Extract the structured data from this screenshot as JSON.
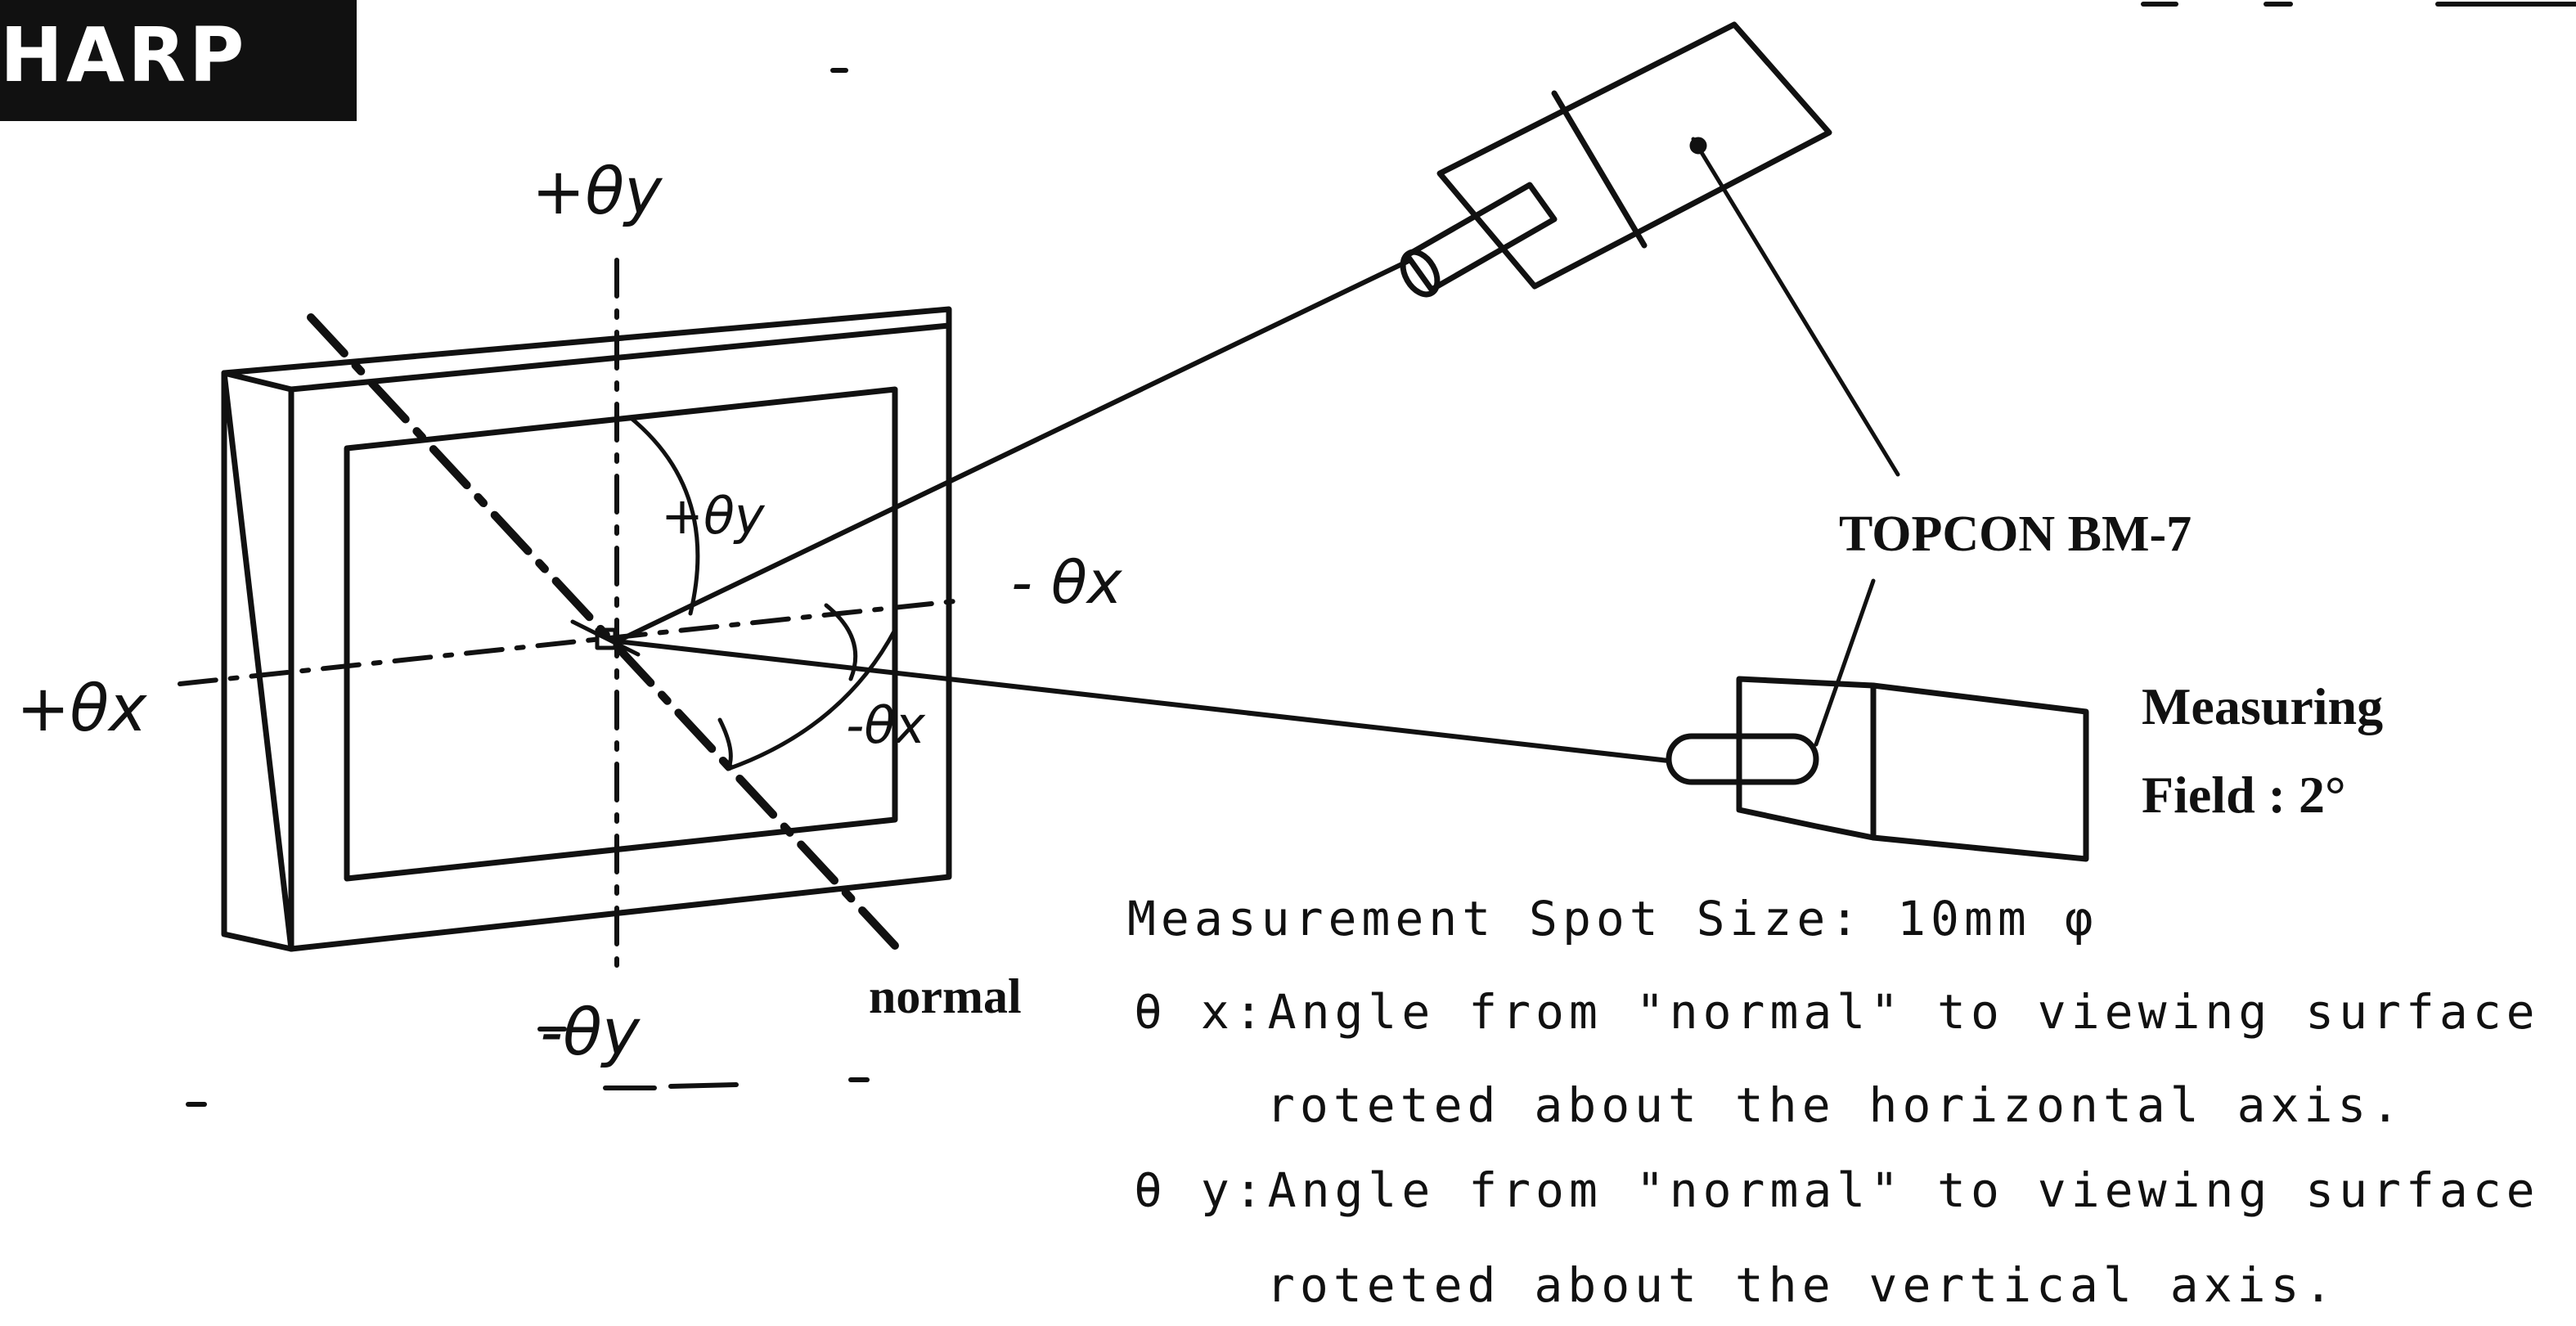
{
  "logo": {
    "text": "HARP"
  },
  "axis_labels": {
    "plus_theta_y_top": "+θy",
    "minus_theta_y_bottom": "-θy",
    "plus_theta_x_left": "+θx",
    "minus_theta_x_right": "- θx",
    "plus_theta_y_inner": "+θy",
    "minus_theta_x_inner": "-θx"
  },
  "labels": {
    "normal": "normal",
    "instrument": "TOPCON BM-7",
    "measuring_line1": "Measuring",
    "measuring_line2": "Field : 2°"
  },
  "notes": {
    "spot_size": "Measurement Spot Size:  10mm φ",
    "theta_x_line1": "θ x:Angle from \"normal\" to viewing surface",
    "theta_x_line2": "roteted about the horizontal axis.",
    "theta_y_line1": "θ y:Angle from \"normal\" to viewing surface",
    "theta_y_line2": "roteted about the vertical axis."
  },
  "colors": {
    "ink": "#111111",
    "paper": "#ffffff"
  }
}
